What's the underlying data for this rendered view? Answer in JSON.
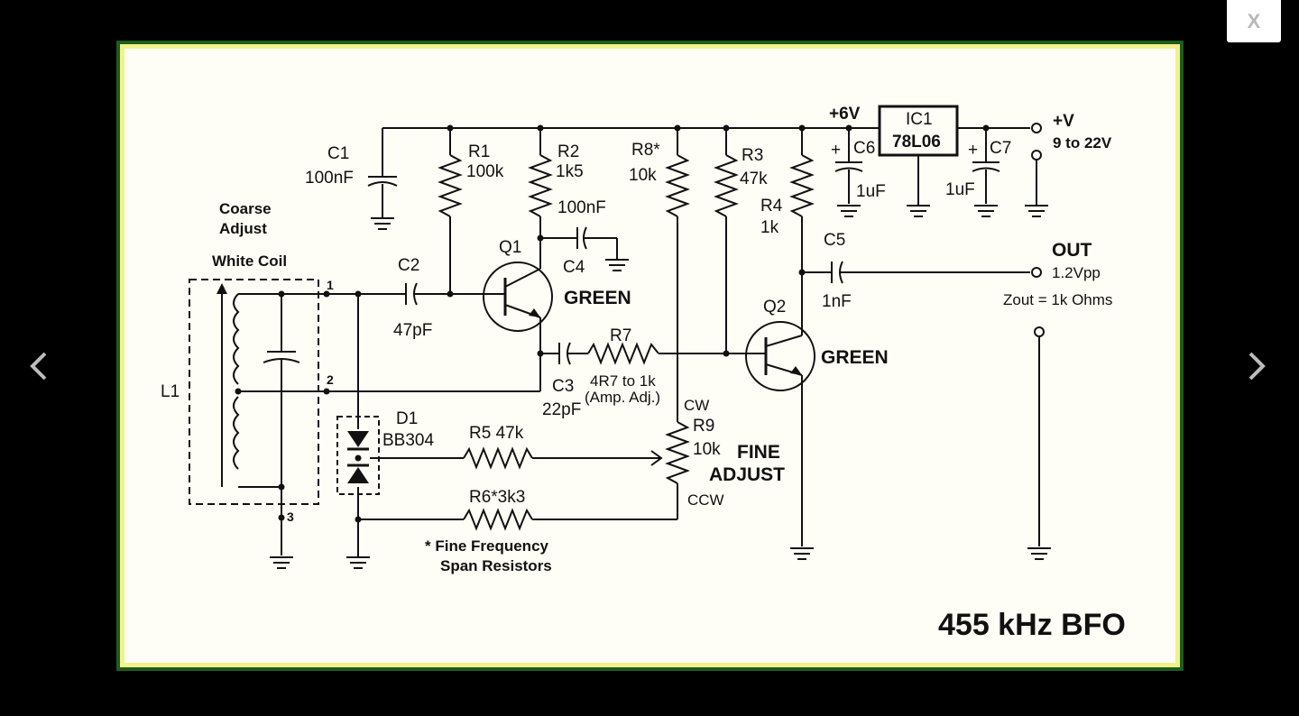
{
  "viewer": {
    "close_label": "X",
    "prev_icon": "chevron-left-icon",
    "next_icon": "chevron-right-icon"
  },
  "schematic": {
    "title": "455 kHz BFO",
    "supply": {
      "plus_v": "+V",
      "range": "9 to 22V",
      "rail": "+6V"
    },
    "ic1": {
      "name": "IC1",
      "part": "78L06"
    },
    "c1": {
      "name": "C1",
      "value": "100nF"
    },
    "r1": {
      "name": "R1",
      "value": "100k"
    },
    "r2": {
      "name": "R2",
      "value": "1k5"
    },
    "c4": {
      "name": "C4",
      "value": "100nF"
    },
    "r8": {
      "name": "R8*",
      "value": "10k"
    },
    "r3": {
      "name": "R3",
      "value": "47k"
    },
    "r4": {
      "name": "R4",
      "value": "1k"
    },
    "c6": {
      "name": "C6",
      "value": "1uF"
    },
    "c7": {
      "name": "C7",
      "value": "1uF"
    },
    "c5": {
      "name": "C5",
      "value": "1nF"
    },
    "c2": {
      "name": "C2",
      "value": "47pF"
    },
    "c3": {
      "name": "C3",
      "value": "22pF"
    },
    "r7": {
      "name": "R7",
      "value": "4R7 to 1k",
      "note": "(Amp. Adj.)"
    },
    "q1": {
      "name": "Q1",
      "color": "GREEN"
    },
    "q2": {
      "name": "Q2",
      "color": "GREEN"
    },
    "r9": {
      "name": "R9",
      "value": "10k",
      "cw": "CW",
      "ccw": "CCW"
    },
    "fine_adjust": {
      "line1": "FINE",
      "line2": "ADJUST"
    },
    "d1": {
      "name": "D1",
      "part": "BB304"
    },
    "r5": {
      "label": "R5 47k"
    },
    "r6": {
      "label": "R6*3k3"
    },
    "footnote": {
      "line1": "* Fine Frequency",
      "line2": "Span Resistors"
    },
    "coil": {
      "coarse1": "Coarse",
      "coarse2": "Adjust",
      "white": "White Coil",
      "l1": "L1",
      "pin1": "1",
      "pin2": "2",
      "pin3": "3"
    },
    "output": {
      "out": "OUT",
      "vpp": "1.2Vpp",
      "zout": "Zout = 1k Ohms"
    }
  }
}
